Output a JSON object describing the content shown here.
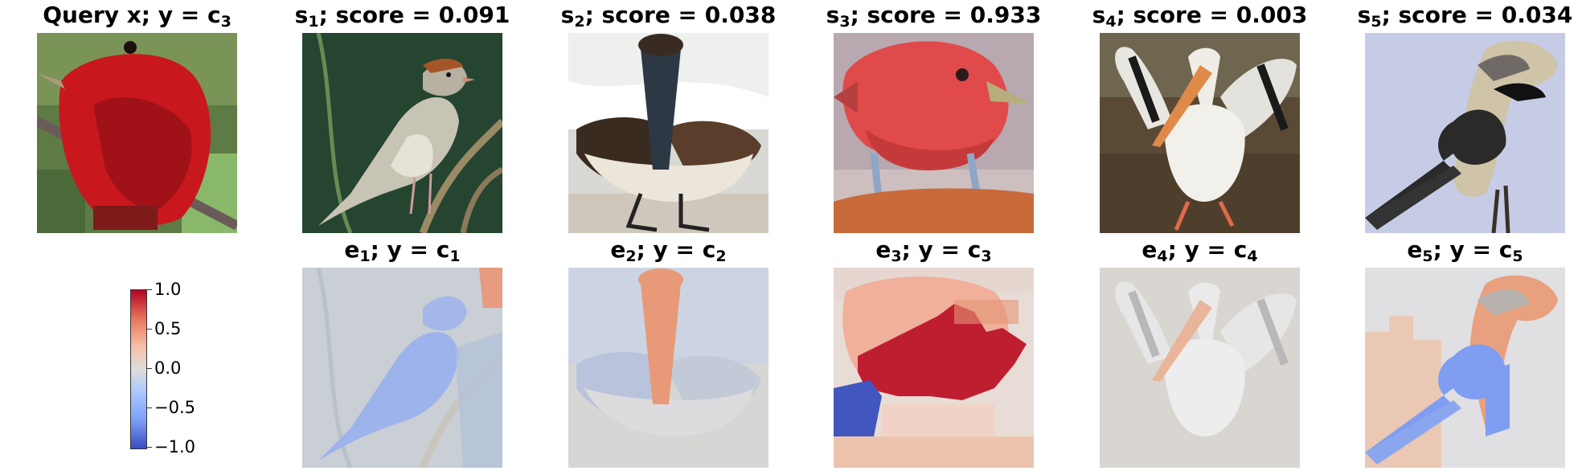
{
  "query": {
    "title_main": "Query x; y",
    "title_eq": " = c",
    "title_sub": "3"
  },
  "samples": [
    {
      "letter": "s",
      "index": "1",
      "title_rest": "; score = 0.091"
    },
    {
      "letter": "s",
      "index": "2",
      "title_rest": "; score = 0.038"
    },
    {
      "letter": "s",
      "index": "3",
      "title_rest": "; score = 0.933"
    },
    {
      "letter": "s",
      "index": "4",
      "title_rest": "; score = 0.003"
    },
    {
      "letter": "s",
      "index": "5",
      "title_rest": "; score = 0.034"
    }
  ],
  "explanations": [
    {
      "letter": "e",
      "index": "1",
      "mid": "; y = c",
      "class_index": "1"
    },
    {
      "letter": "e",
      "index": "2",
      "mid": "; y = c",
      "class_index": "2"
    },
    {
      "letter": "e",
      "index": "3",
      "mid": "; y = c",
      "class_index": "3"
    },
    {
      "letter": "e",
      "index": "4",
      "mid": "; y = c",
      "class_index": "4"
    },
    {
      "letter": "e",
      "index": "5",
      "mid": "; y = c",
      "class_index": "5"
    }
  ],
  "colorbar": {
    "ticks": [
      "1.0",
      "0.5",
      "0.0",
      "−0.5",
      "−1.0"
    ],
    "max": 1.0,
    "min": -1.0,
    "colormap": "coolwarm"
  }
}
